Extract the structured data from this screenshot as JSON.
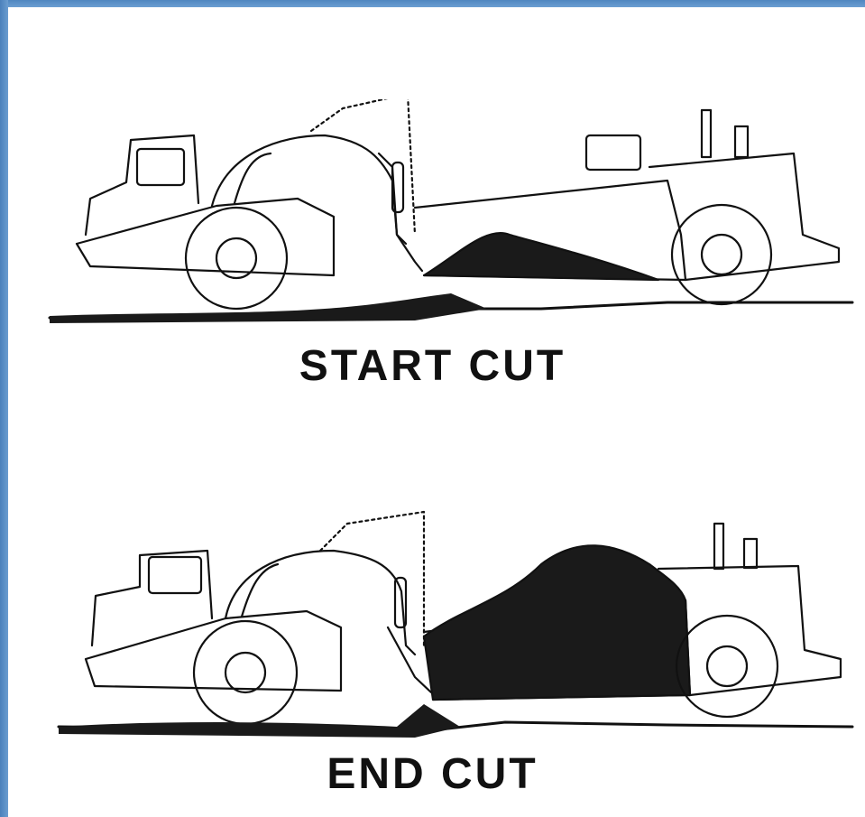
{
  "figure": {
    "top_caption": "START CUT",
    "bottom_caption": "END CUT"
  },
  "icons": [
    "scraper-start-cut-drawing",
    "scraper-end-cut-drawing"
  ],
  "colors": {
    "frame": "#5b8fca",
    "ink": "#111111",
    "paper": "#ffffff"
  }
}
